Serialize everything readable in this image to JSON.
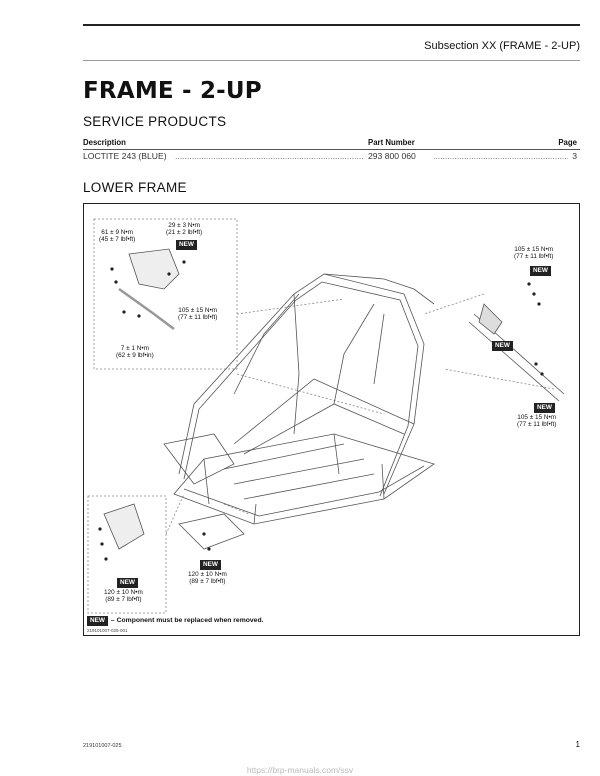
{
  "header": {
    "subsection": "Subsection XX (FRAME - 2-UP)"
  },
  "title": "FRAME - 2-UP",
  "service_products": {
    "heading": "SERVICE PRODUCTS",
    "columns": [
      "Description",
      "Part Number",
      "Page"
    ],
    "rows": [
      {
        "description": "LOCTITE 243 (BLUE)",
        "part_number": "293 800 060",
        "page": "3"
      }
    ]
  },
  "lower_frame": {
    "heading": "LOWER FRAME",
    "badge": "NEW",
    "annotations": {
      "torque_61": [
        "61 ± 9 N•m",
        "(45 ± 7 lbf•ft)"
      ],
      "torque_29": [
        "29 ± 3 N•m",
        "(21 ± 2 lbf•ft)"
      ],
      "torque_105_a": [
        "105 ± 15 N•m",
        "(77 ± 11 lbf•ft)"
      ],
      "torque_7": [
        "7 ± 1 N•m",
        "(62 ± 9 lbf•in)"
      ],
      "torque_105_b": [
        "105 ± 15 N•m",
        "(77 ± 11 lbf•ft)"
      ],
      "torque_105_c": [
        "105 ± 15 N•m",
        "(77 ± 11 lbf•ft)"
      ],
      "torque_120_a": [
        "120 ± 10 N•m",
        "(89 ± 7  lbf•ft)"
      ],
      "torque_120_b": [
        "120 ± 10 N•m",
        "(89 ± 7  lbf•ft)"
      ]
    },
    "legend": "– Component must be replaced when removed.",
    "figure_code": "219101007-025-001"
  },
  "footer": {
    "code": "219101007-025",
    "page_number": "1",
    "url": "https://brp-manuals.com/ssv"
  }
}
